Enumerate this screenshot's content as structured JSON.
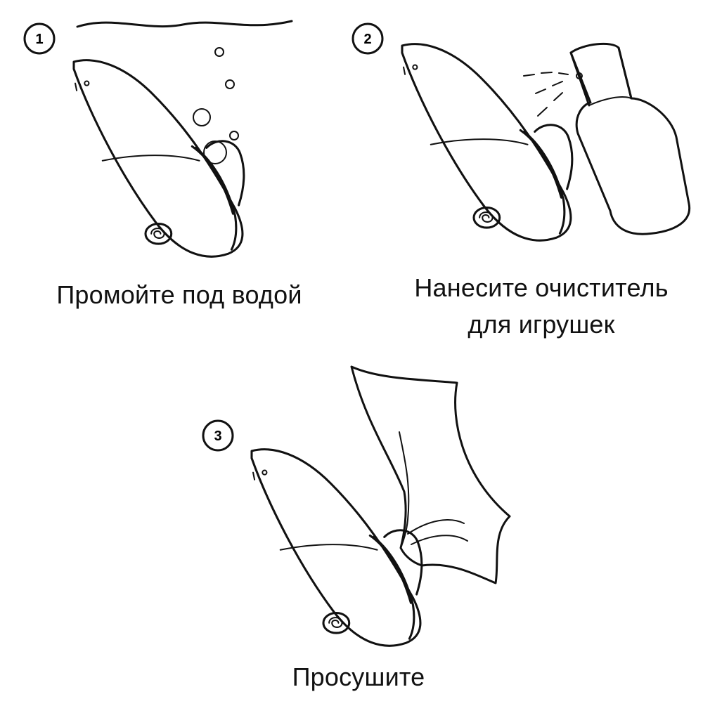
{
  "steps": [
    {
      "number": "1",
      "caption": "Промойте под водой"
    },
    {
      "number": "2",
      "caption_line1": "Нанесите очиститель",
      "caption_line2": "для игрушек"
    },
    {
      "number": "3",
      "caption": "Просушите"
    }
  ],
  "colors": {
    "line": "#111111",
    "background": "#ffffff"
  },
  "icons": [
    "device-icon",
    "water-wave-icon",
    "bubbles-icon",
    "spray-bottle-icon",
    "cloth-icon"
  ]
}
